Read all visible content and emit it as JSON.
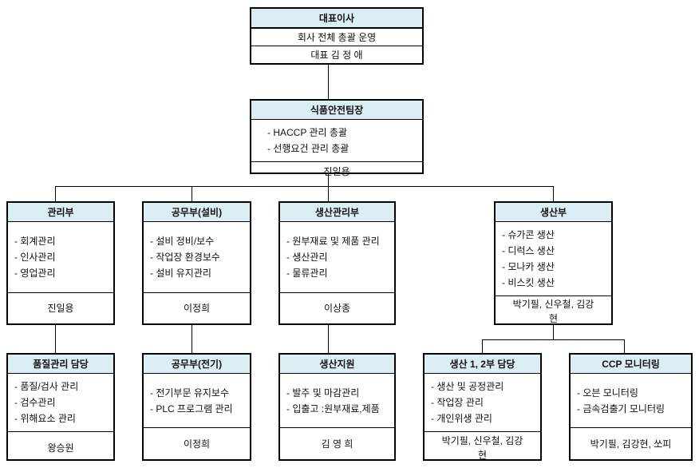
{
  "ceo": {
    "title": "대표이사",
    "role": "회사 전체 총괄 운영",
    "name": "대표 김 정 애"
  },
  "safety": {
    "title": "식품안전팀장",
    "items": [
      "- HACCP 관리 총괄",
      "- 선행요건 관리 총괄"
    ],
    "name": "진일용"
  },
  "depts": [
    {
      "title": "관리부",
      "items": [
        "- 회계관리",
        "- 인사관리",
        "- 영업관리"
      ],
      "name": "진일용"
    },
    {
      "title": "공무부(설비)",
      "items": [
        "- 설비 정비/보수",
        "- 작업장 환경보수",
        "- 설비 유지관리"
      ],
      "name": "이정희"
    },
    {
      "title": "생산관리부",
      "items": [
        "- 원부재료 및 제품 관리",
        "- 생산관리",
        "- 물류관리"
      ],
      "name": "이상종"
    },
    {
      "title": "생산부",
      "items": [
        "- 슈가콘 생산",
        "- 디럭스 생산",
        "- 모나카 생산",
        "- 비스킷 생산"
      ],
      "name": "박기필, 신우철, 김강현"
    }
  ],
  "subs": [
    {
      "title": "품질관리 담당",
      "items": [
        "- 품질/검사 관리",
        "- 검수관리",
        "- 위해요소 관리"
      ],
      "name": "왕승원"
    },
    {
      "title": "공무부(전기)",
      "items": [
        "- 전기부문 유지보수",
        "- PLC 프로그램 관리"
      ],
      "name": "이정희"
    },
    {
      "title": "생산지원",
      "items": [
        "- 발주 및 마감관리",
        "- 입출고 :원부재료,제품"
      ],
      "name": "김 영 희"
    },
    {
      "title": "생산 1, 2부 담당",
      "items": [
        "- 생산 및 공정관리",
        "- 작업장 관리",
        "- 개인위생 관리"
      ],
      "name": "박기필, 신우철, 김강현"
    },
    {
      "title": "CCP 모니터링",
      "items": [
        "- 오븐 모니터링",
        "- 금속검출기 모니터링"
      ],
      "name": "박기필, 김강현, 쏘피"
    }
  ]
}
